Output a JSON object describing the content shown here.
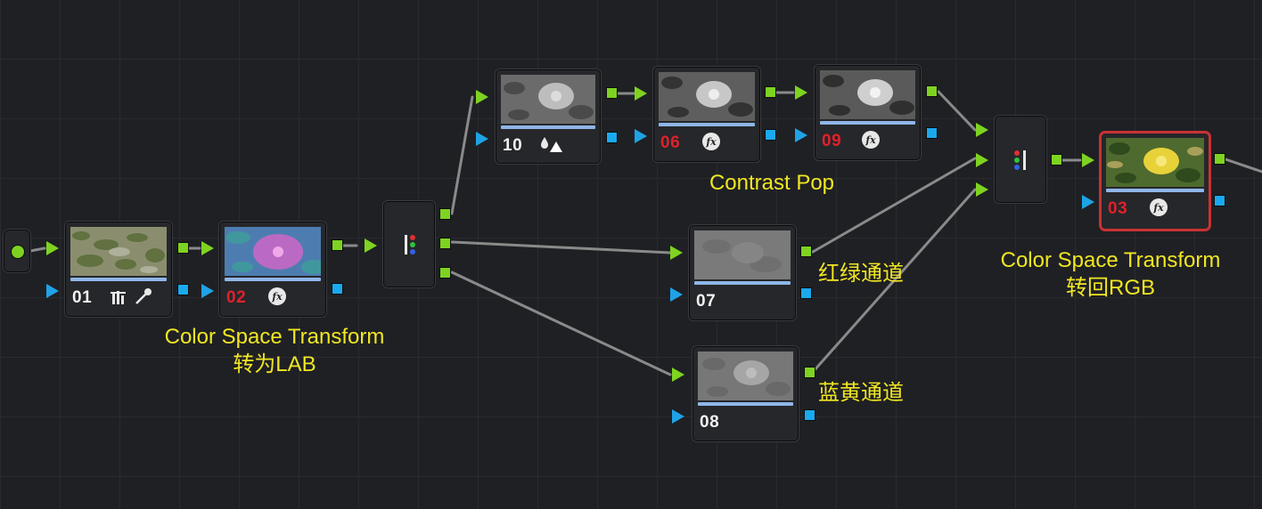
{
  "nodes": {
    "n01": {
      "number": "01",
      "number_color": "white",
      "tools": [
        "curves-icon",
        "eyedropper-icon"
      ]
    },
    "n02": {
      "number": "02",
      "number_color": "red",
      "fx": "fx"
    },
    "n10": {
      "number": "10",
      "number_color": "white",
      "tools": [
        "key-drop-icon"
      ]
    },
    "n06": {
      "number": "06",
      "number_color": "red",
      "fx": "fx"
    },
    "n09": {
      "number": "09",
      "number_color": "red",
      "fx": "fx"
    },
    "n07": {
      "number": "07",
      "number_color": "white"
    },
    "n08": {
      "number": "08",
      "number_color": "white"
    },
    "n03": {
      "number": "03",
      "number_color": "red",
      "fx": "fx",
      "selected": true
    }
  },
  "labels": {
    "cst_to_lab_line1": "Color Space Transform",
    "cst_to_lab_line2": "转为LAB",
    "contrast_pop": "Contrast Pop",
    "red_green_channel": "红绿通道",
    "blue_yellow_channel": "蓝黄通道",
    "cst_to_rgb_line1": "Color Space Transform",
    "cst_to_rgb_line2": "转回RGB"
  },
  "colors": {
    "background": "#1f2024",
    "rgb_port": "#7ed321",
    "alpha_port": "#1aa9ef",
    "label_text": "#f0e622",
    "selected_outline": "#c93232",
    "node_number_red": "#e0212a"
  }
}
